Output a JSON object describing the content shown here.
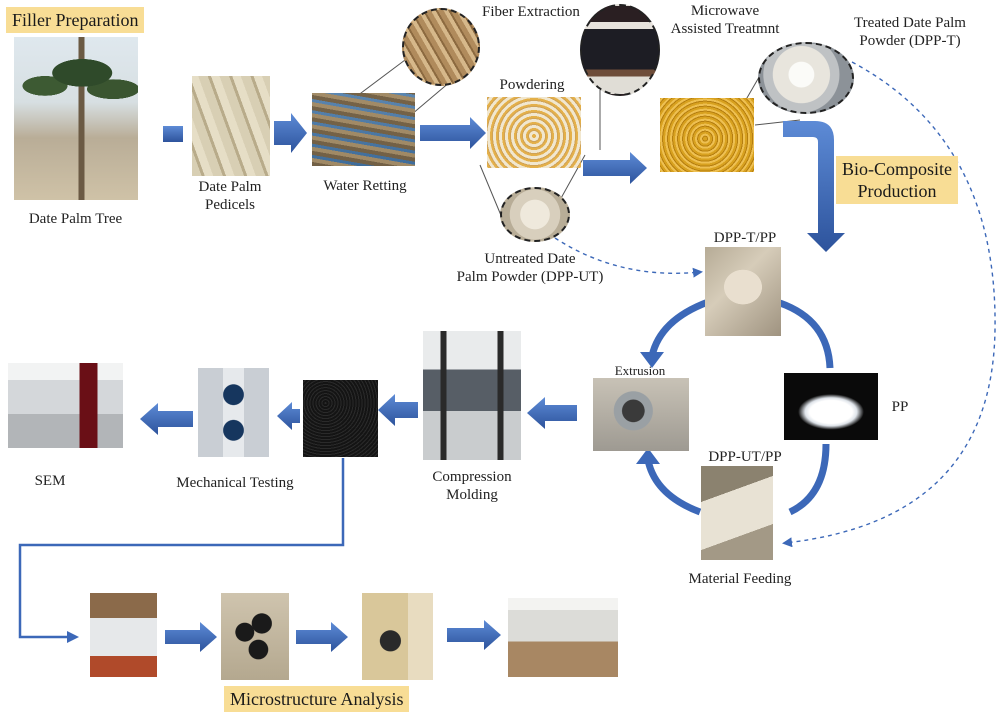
{
  "diagram": {
    "sections": {
      "filler_preparation": "Filler Preparation",
      "bio_composite_production": "Bio-Composite\nProduction",
      "microstructure_analysis": "Microstructure Analysis"
    },
    "labels": {
      "date_palm_tree": "Date Palm Tree",
      "date_palm_pedicels": "Date Palm\nPedicels",
      "water_retting": "Water Retting",
      "fiber_extraction": "Fiber Extraction",
      "powdering": "Powdering",
      "microwave_treatment": "Microwave\nAssisted Treatmnt",
      "treated_powder": "Treated Date Palm\nPowder (DPP-T)",
      "untreated_powder": "Untreated Date\nPalm Powder (DPP-UT)",
      "dpp_t_pp": "DPP-T/PP",
      "extrusion": "Extrusion",
      "pp": "PP",
      "dpp_ut_pp": "DPP-UT/PP",
      "material_feeding": "Material Feeding",
      "compression_molding": "Compression\nMolding",
      "mechanical_testing": "Mechanical Testing",
      "sem": "SEM"
    },
    "colors": {
      "arrow_blue": "#3c68b8",
      "highlight": "#f8dd95",
      "dashed": "#3c68b8"
    }
  }
}
